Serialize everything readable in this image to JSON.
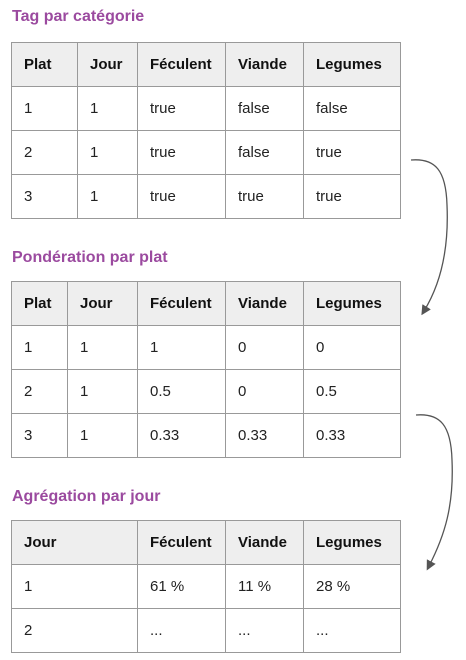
{
  "tables": [
    {
      "title": "Tag par catégorie",
      "headers": [
        "Plat",
        "Jour",
        "Féculent",
        "Viande",
        "Legumes"
      ],
      "rows": [
        [
          "1",
          "1",
          "true",
          "false",
          "false"
        ],
        [
          "2",
          "1",
          "true",
          "false",
          "true"
        ],
        [
          "3",
          "1",
          "true",
          "true",
          "true"
        ]
      ]
    },
    {
      "title": "Pondération par plat",
      "headers": [
        "Plat",
        "Jour",
        "Féculent",
        "Viande",
        "Legumes"
      ],
      "rows": [
        [
          "1",
          "1",
          "1",
          "0",
          "0"
        ],
        [
          "2",
          "1",
          "0.5",
          "0",
          "0.5"
        ],
        [
          "3",
          "1",
          "0.33",
          "0.33",
          "0.33"
        ]
      ]
    },
    {
      "title": "Agrégation par jour",
      "headers": [
        "Jour",
        "Féculent",
        "Viande",
        "Legumes"
      ],
      "rows": [
        [
          "1",
          "61 %",
          "11 %",
          "28 %"
        ],
        [
          "2",
          "...",
          "...",
          "..."
        ]
      ]
    }
  ],
  "colors": {
    "title": "#9b4a9f",
    "header_bg": "#eeeeee",
    "border": "#999999",
    "arrow": "#555555"
  }
}
